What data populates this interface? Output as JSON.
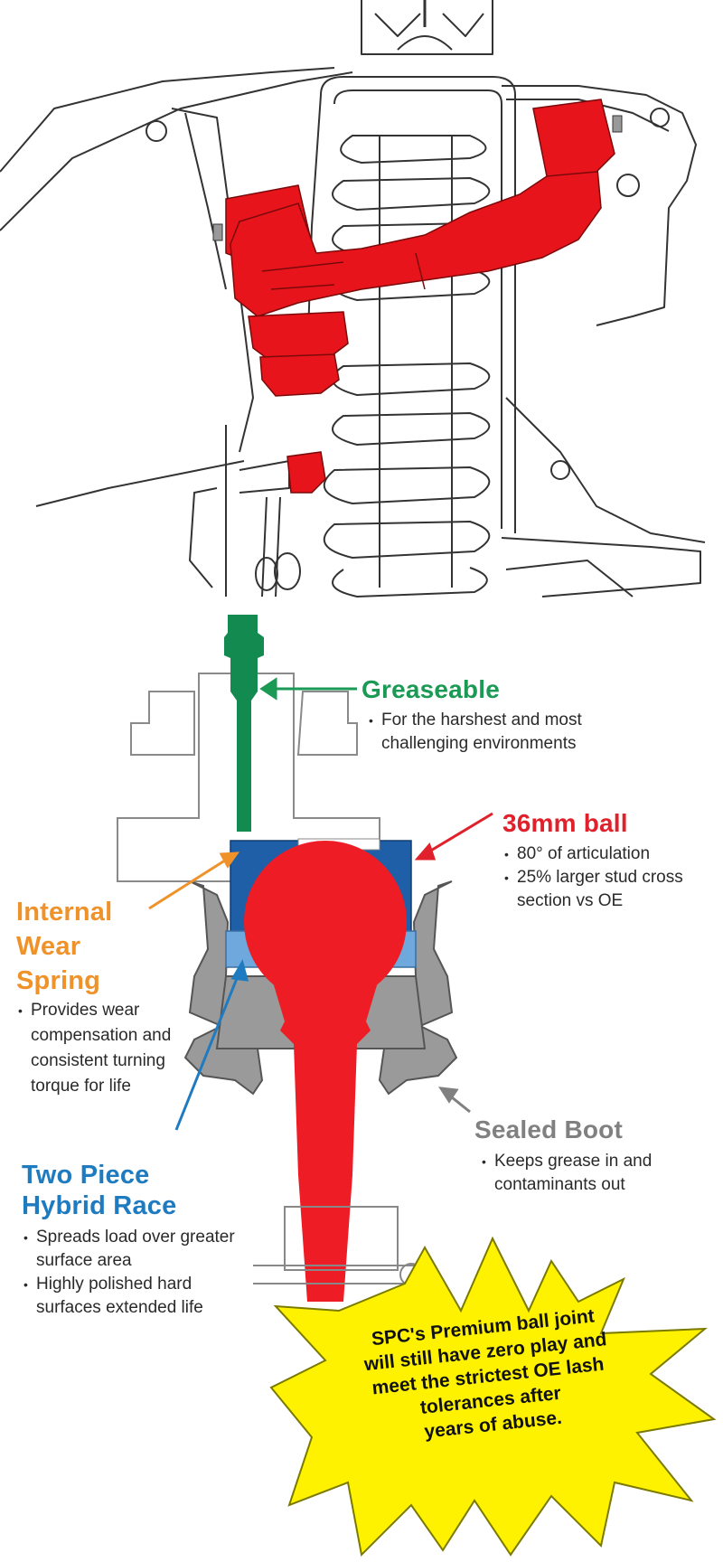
{
  "diagram": {
    "top_illustration": {
      "subject": "front suspension with upper control arm",
      "highlight_color": "#e8141c",
      "line_color": "#333333"
    },
    "callouts": {
      "greaseable": {
        "title": "Greaseable",
        "color": "#1a9a54",
        "bullets": [
          "For the harshest and most challenging environments"
        ]
      },
      "ball": {
        "title": "36mm ball",
        "color": "#e0202a",
        "bullets": [
          "80° of articulation",
          "25% larger stud cross section vs OE"
        ]
      },
      "wear_spring": {
        "title_lines": [
          "Internal",
          "Wear",
          "Spring"
        ],
        "color": "#f0922a",
        "bullets": [
          "Provides wear compensation and consistent turning torque for life"
        ]
      },
      "sealed_boot": {
        "title": "Sealed Boot",
        "color": "#808080",
        "bullets": [
          "Keeps grease in and contaminants out"
        ]
      },
      "hybrid_race": {
        "title_lines": [
          "Two Piece",
          "Hybrid Race"
        ],
        "color": "#1f7bc0",
        "bullets": [
          "Spreads load over greater surface area",
          "Highly polished hard surfaces extended life"
        ]
      }
    },
    "starburst": {
      "fill": "#fff200",
      "lines": [
        "SPC's Premium ball joint",
        "will still have zero play and",
        "meet the strictest OE lash",
        "tolerances after",
        "years of abuse."
      ]
    },
    "colors": {
      "ball_stud": "#ee1c24",
      "race_dark": "#1e5fa8",
      "race_light": "#6fa8dc",
      "boot": "#9a9a9a",
      "grease_fitting": "#138a50"
    }
  }
}
